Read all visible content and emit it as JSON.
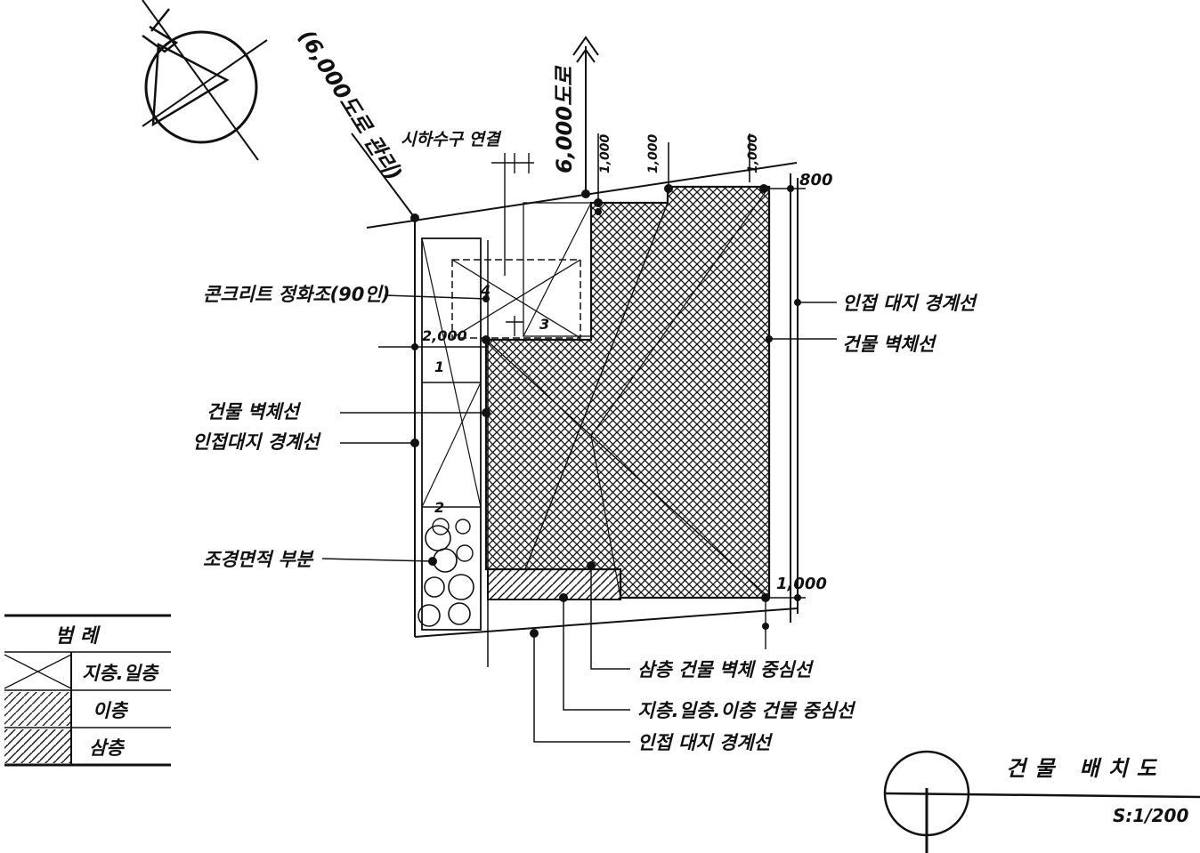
{
  "drawing": {
    "title": "건물 배치도",
    "scale": "S:1/200"
  },
  "road_left": "(6,000도로 관리)",
  "road_top": "6,000도로",
  "sewer_label": "시하수구 연결",
  "dims": {
    "top_right": "800",
    "bottom_right": "1,000",
    "left_mid": "2,000",
    "n1": "1",
    "n2": "2",
    "n3": "3",
    "n4": "4",
    "col1": "1,000",
    "col2": "1,000",
    "col3": "1,000"
  },
  "labels": {
    "concrete_tank": "콘크리트 정화조(90인)",
    "wall_line_left": "건물 벽체선",
    "neighbor_left": "인접대지 경계선",
    "landscape": "조경면적 부분",
    "neighbor_right": "인접 대지 경계선",
    "wall_line_right": "건물 벽체선",
    "third_floor_center": "삼층 건물 벽체 중심선",
    "lower_floor_center": "지층.일층.이층 건물 중심선",
    "neighbor_bottom": "인접 대지 경계선"
  },
  "legend": {
    "title": "범 례",
    "rows": [
      {
        "label": "지층.일층",
        "pattern": "cross"
      },
      {
        "label": "이층",
        "pattern": "hatch"
      },
      {
        "label": "삼층",
        "pattern": "crosshatch"
      }
    ]
  },
  "colors": {
    "ink": "#111111",
    "paper": "#ffffff"
  }
}
